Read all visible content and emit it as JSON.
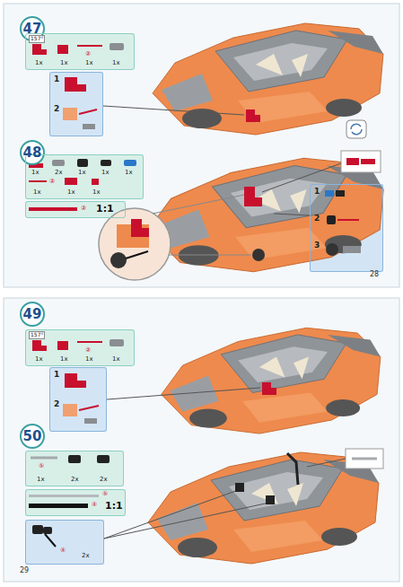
{
  "diagram": {
    "nodes": [
      {
        "text": [
          "47"
        ]
      },
      {
        "text": [
          "157°",
          "1x",
          "1x",
          "②",
          "1x",
          "1x"
        ]
      },
      {
        "text": [
          "1",
          "2"
        ]
      },
      {
        "text": [
          "48"
        ]
      },
      {
        "text": [
          "1x",
          "2x",
          "1x",
          "1x",
          "1x",
          "②",
          "1x",
          "1x",
          "1x"
        ]
      },
      {
        "text": [
          "②",
          "1:1"
        ]
      },
      {
        "text": [
          "1",
          "2",
          "3"
        ]
      },
      {
        "text": [
          "49"
        ]
      },
      {
        "text": [
          "157°",
          "1x",
          "1x",
          "②",
          "1x",
          "1x"
        ]
      },
      {
        "text": [
          "1",
          "2"
        ]
      },
      {
        "text": [
          "50"
        ]
      },
      {
        "text": [
          "⑤",
          "1x",
          "2x",
          "2x"
        ]
      },
      {
        "text": [
          "⑤",
          "④",
          "1:1"
        ]
      },
      {
        "text": [
          "④",
          "2x"
        ]
      }
    ],
    "labels": [
      "28",
      "29"
    ]
  }
}
